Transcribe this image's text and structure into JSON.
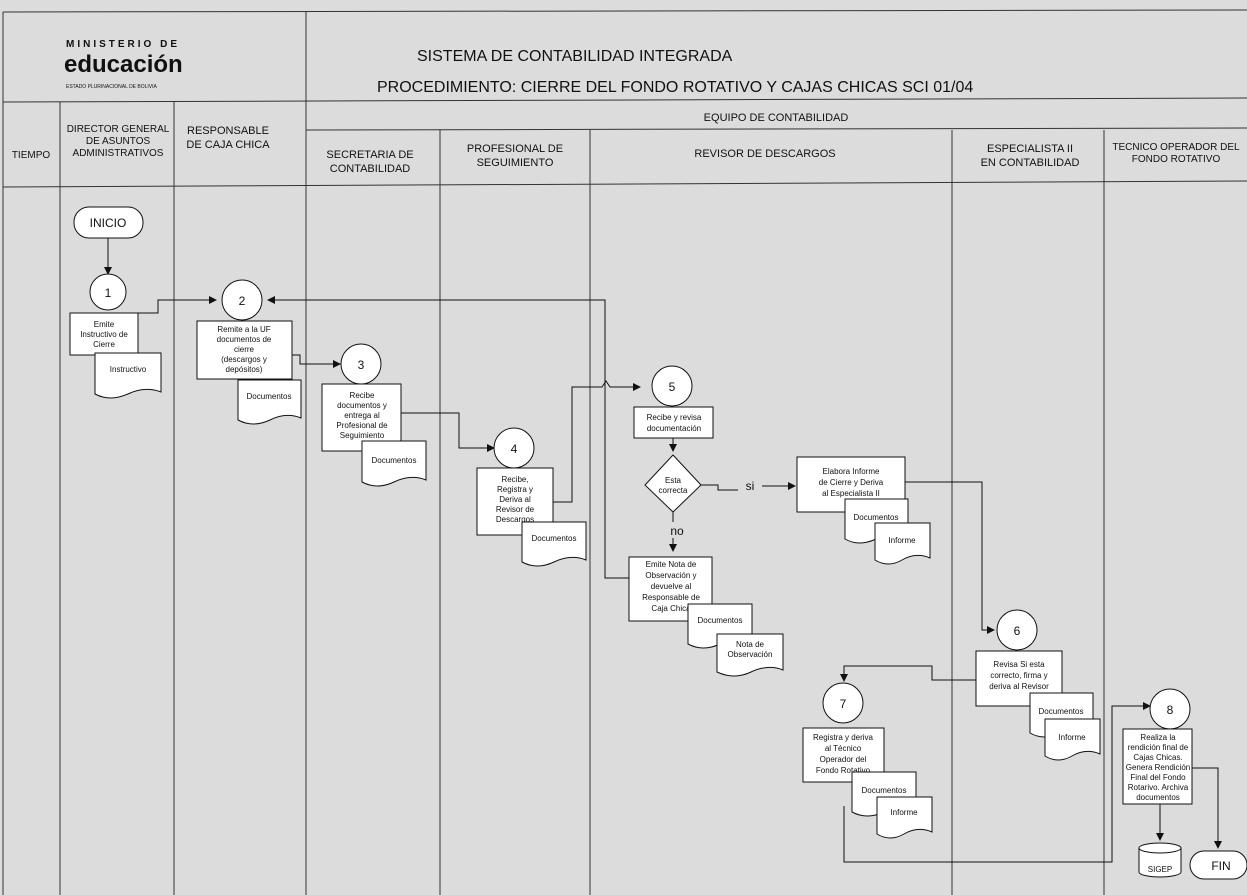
{
  "logo": {
    "line1": "MINISTERIO  DE",
    "line2": "educación",
    "line3": "ESTADO PLURINACIONAL DE BOLIVIA"
  },
  "title": "SISTEMA DE CONTABILIDAD INTEGRADA",
  "subtitle": "PROCEDIMIENTO: CIERRE DEL FONDO ROTATIVO Y CAJAS CHICAS SCI 01/04",
  "group_header": "EQUIPO DE CONTABILIDAD",
  "lanes": {
    "tiempo": "TIEMPO",
    "director": [
      "DIRECTOR GENERAL",
      "DE ASUNTOS",
      "ADMINISTRATIVOS"
    ],
    "responsable": [
      "RESPONSABLE",
      "DE CAJA CHICA"
    ],
    "secretaria": [
      "SECRETARIA DE",
      "CONTABILIDAD"
    ],
    "profesional": [
      "PROFESIONAL DE",
      "SEGUIMIENTO"
    ],
    "revisor": [
      "REVISOR DE DESCARGOS"
    ],
    "especialista": [
      "ESPECIALISTA II",
      "EN CONTABILIDAD"
    ],
    "tecnico": [
      "TECNICO OPERADOR DEL",
      "FONDO ROTATIVO"
    ]
  },
  "start": "INICIO",
  "end": "FIN",
  "steps": {
    "s1": {
      "num": "1",
      "text": [
        "Emite",
        "Instructivo de",
        "Cierre"
      ]
    },
    "s2": {
      "num": "2",
      "text": [
        "Remite a la UF",
        "documentos de",
        "cierre",
        "(descargos y",
        "depósitos)"
      ]
    },
    "s3": {
      "num": "3",
      "text": [
        "Recibe",
        "documentos y",
        "entrega al",
        "Profesional de",
        "Seguimiento"
      ]
    },
    "s4": {
      "num": "4",
      "text": [
        "Recibe,",
        "Registra y",
        "Deriva al",
        "Revisor de",
        "Descargos"
      ]
    },
    "s5": {
      "num": "5",
      "text": [
        "Recibe y revisa",
        "documentación"
      ]
    },
    "s5b": {
      "text": [
        "Emite Nota de",
        "Observación y",
        "devuelve al",
        "Responsable de",
        "Caja Chica"
      ]
    },
    "s5c": {
      "text": [
        "Elabora Informe",
        "de Cierre y Deriva",
        "al Especialista II"
      ]
    },
    "s6": {
      "num": "6",
      "text": [
        "Revisa Si esta",
        "correcto, firma y",
        "deriva al Revisor"
      ]
    },
    "s7": {
      "num": "7",
      "text": [
        "Registra y deriva",
        "al Técnico",
        "Operador del",
        "Fondo Rotativo"
      ]
    },
    "s8": {
      "num": "8",
      "text": [
        "Realiza la",
        "rendición final de",
        "Cajas Chicas.",
        "Genera Rendición",
        "Final del Fondo",
        "Rotarivo. Archiva",
        "documentos"
      ]
    }
  },
  "decision": {
    "text": [
      "Esta",
      "correcta"
    ],
    "yes": "si",
    "no": "no"
  },
  "docs": {
    "instructivo": "Instructivo",
    "documentos": "Documentos",
    "informe": "Informe",
    "nota": [
      "Nota de",
      "Observación"
    ]
  },
  "database": "SIGEP"
}
